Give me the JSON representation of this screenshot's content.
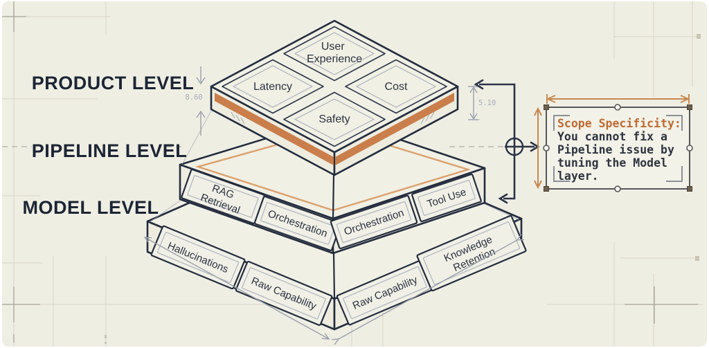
{
  "scene": {
    "background": "#efeee3",
    "frame": "#ffffff"
  },
  "levels": {
    "product": {
      "label": "PRODUCT LEVEL",
      "tiles": [
        [
          "User",
          "Experience"
        ],
        [
          "Latency"
        ],
        [
          "Cost"
        ],
        [
          "Safety"
        ]
      ]
    },
    "pipeline": {
      "label": "PIPELINE LEVEL",
      "panels": [
        [
          "RAG",
          "Retrieval"
        ],
        [
          "Orchestration"
        ],
        [
          "Orchestration"
        ],
        [
          "Tool Use"
        ]
      ]
    },
    "model": {
      "label": "MODEL LEVEL",
      "panels": [
        [
          "Hallucinations"
        ],
        [
          "Raw Capability"
        ],
        [
          "Raw Capability"
        ],
        [
          "Knowledge",
          "Retention"
        ]
      ]
    }
  },
  "dimensions": {
    "product_thickness_left": "8.60",
    "product_thickness_right": "5.10"
  },
  "callout": {
    "title": "Scope Specificity:",
    "lines": [
      "You cannot fix a",
      "Pipeline issue by",
      "tuning the Model",
      "layer."
    ]
  },
  "colors": {
    "line": "#232c3e",
    "slate": "#8e97a6",
    "orange_stripe": "#c97e4b",
    "orange_ring": "#dca06c",
    "dim_gray": "#9aa0ab",
    "callout_orange": "#bf6a33",
    "callout_text": "#2e3440",
    "label_navy": "#1c2534"
  }
}
